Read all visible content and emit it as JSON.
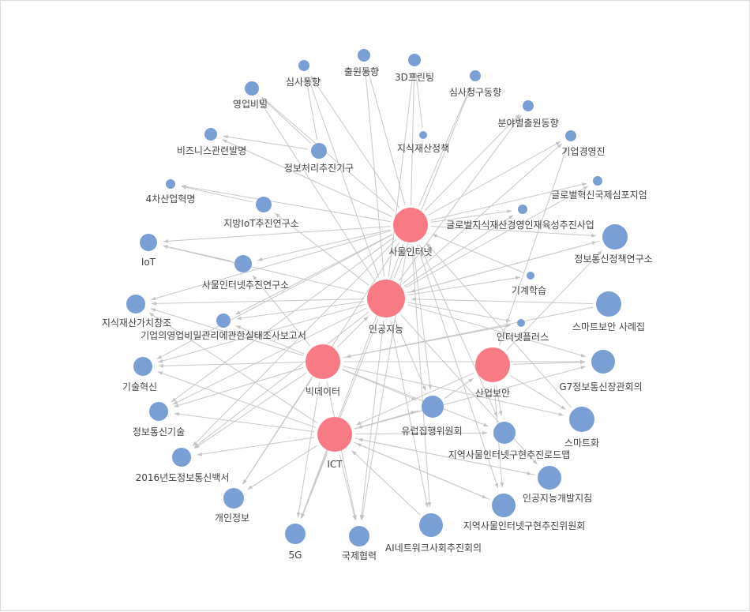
{
  "colors": {
    "hub": "#f87a85",
    "leaf": "#7a9fd4",
    "edge": "#c8c8c8"
  },
  "nodes": [
    {
      "id": "n0",
      "label": "사물인터넷",
      "type": "hub"
    },
    {
      "id": "n1",
      "label": "인공지능",
      "type": "hub"
    },
    {
      "id": "n2",
      "label": "빅데이터",
      "type": "hub"
    },
    {
      "id": "n3",
      "label": "산업보안",
      "type": "hub"
    },
    {
      "id": "n4",
      "label": "ICT",
      "type": "hub"
    },
    {
      "id": "n5",
      "label": "출원동향",
      "type": "leaf"
    },
    {
      "id": "n6",
      "label": "3D프린팅",
      "type": "leaf"
    },
    {
      "id": "n7",
      "label": "심사동향",
      "type": "leaf"
    },
    {
      "id": "n8",
      "label": "심사청구동향",
      "type": "leaf"
    },
    {
      "id": "n9",
      "label": "영업비밀",
      "type": "leaf"
    },
    {
      "id": "n10",
      "label": "분야별출원동향",
      "type": "leaf"
    },
    {
      "id": "n11",
      "label": "지식재산정책",
      "type": "leaf"
    },
    {
      "id": "n12",
      "label": "기업경영진",
      "type": "leaf"
    },
    {
      "id": "n13",
      "label": "비즈니스관련발명",
      "type": "leaf"
    },
    {
      "id": "n14",
      "label": "정보처리추진기구",
      "type": "leaf"
    },
    {
      "id": "n15",
      "label": "4차산업혁명",
      "type": "leaf"
    },
    {
      "id": "n16",
      "label": "글로벌혁신국제심포지엄",
      "type": "leaf"
    },
    {
      "id": "n17",
      "label": "지방IoT추진연구소",
      "type": "leaf"
    },
    {
      "id": "n18",
      "label": "글로벌지식재산경영인재육성추진사업",
      "type": "leaf"
    },
    {
      "id": "n19",
      "label": "정보통신정책연구소",
      "type": "leaf"
    },
    {
      "id": "n20",
      "label": "IoT",
      "type": "leaf"
    },
    {
      "id": "n21",
      "label": "사물인터넷추진연구소",
      "type": "leaf"
    },
    {
      "id": "n22",
      "label": "기계학습",
      "type": "leaf"
    },
    {
      "id": "n23",
      "label": "지식재산가치창조",
      "type": "leaf"
    },
    {
      "id": "n24",
      "label": "스마트보안 사례집",
      "type": "leaf"
    },
    {
      "id": "n25",
      "label": "기업의영업비밀관리에관한실태조사보고서",
      "type": "leaf"
    },
    {
      "id": "n26",
      "label": "인터넷플러스",
      "type": "leaf"
    },
    {
      "id": "n27",
      "label": "기술혁신",
      "type": "leaf"
    },
    {
      "id": "n28",
      "label": "G7정보통신장관회의",
      "type": "leaf"
    },
    {
      "id": "n29",
      "label": "정보통신기술",
      "type": "leaf"
    },
    {
      "id": "n30",
      "label": "유럽집행위원회",
      "type": "leaf"
    },
    {
      "id": "n31",
      "label": "스마트화",
      "type": "leaf"
    },
    {
      "id": "n32",
      "label": "지역사물인터넷구현추진로드맵",
      "type": "leaf"
    },
    {
      "id": "n33",
      "label": "2016년도정보통신백서",
      "type": "leaf"
    },
    {
      "id": "n34",
      "label": "인공지능개발지침",
      "type": "leaf"
    },
    {
      "id": "n35",
      "label": "개인정보",
      "type": "leaf"
    },
    {
      "id": "n36",
      "label": "지역사물인터넷구현추진위원회",
      "type": "leaf"
    },
    {
      "id": "n37",
      "label": "5G",
      "type": "leaf"
    },
    {
      "id": "n38",
      "label": "국제협력",
      "type": "leaf"
    },
    {
      "id": "n39",
      "label": "AI네트워크사회추진회의",
      "type": "leaf"
    }
  ],
  "edges": [
    [
      "n0",
      "n5"
    ],
    [
      "n0",
      "n6"
    ],
    [
      "n0",
      "n7"
    ],
    [
      "n0",
      "n8"
    ],
    [
      "n0",
      "n10"
    ],
    [
      "n0",
      "n12"
    ],
    [
      "n0",
      "n16"
    ],
    [
      "n0",
      "n18"
    ],
    [
      "n0",
      "n19"
    ],
    [
      "n0",
      "n20"
    ],
    [
      "n0",
      "n21"
    ],
    [
      "n0",
      "n23"
    ],
    [
      "n0",
      "n25"
    ],
    [
      "n0",
      "n27"
    ],
    [
      "n0",
      "n29"
    ],
    [
      "n0",
      "n33"
    ],
    [
      "n0",
      "n35"
    ],
    [
      "n0",
      "n37"
    ],
    [
      "n0",
      "n38"
    ],
    [
      "n0",
      "n39"
    ],
    [
      "n0",
      "n32"
    ],
    [
      "n0",
      "n36"
    ],
    [
      "n0",
      "n30"
    ],
    [
      "n0",
      "n13"
    ],
    [
      "n0",
      "n9"
    ],
    [
      "n0",
      "n15"
    ],
    [
      "n1",
      "n5"
    ],
    [
      "n1",
      "n6"
    ],
    [
      "n1",
      "n8"
    ],
    [
      "n1",
      "n10"
    ],
    [
      "n1",
      "n12"
    ],
    [
      "n1",
      "n16"
    ],
    [
      "n1",
      "n18"
    ],
    [
      "n1",
      "n19"
    ],
    [
      "n1",
      "n22"
    ],
    [
      "n1",
      "n20"
    ],
    [
      "n1",
      "n23"
    ],
    [
      "n1",
      "n25"
    ],
    [
      "n1",
      "n27"
    ],
    [
      "n1",
      "n29"
    ],
    [
      "n1",
      "n33"
    ],
    [
      "n1",
      "n37"
    ],
    [
      "n1",
      "n38"
    ],
    [
      "n1",
      "n39"
    ],
    [
      "n1",
      "n34"
    ],
    [
      "n1",
      "n26"
    ],
    [
      "n1",
      "n30"
    ],
    [
      "n1",
      "n17"
    ],
    [
      "n1",
      "n7"
    ],
    [
      "n1",
      "n9"
    ],
    [
      "n1",
      "n28"
    ],
    [
      "n2",
      "n21"
    ],
    [
      "n2",
      "n23"
    ],
    [
      "n2",
      "n27"
    ],
    [
      "n2",
      "n29"
    ],
    [
      "n2",
      "n33"
    ],
    [
      "n2",
      "n35"
    ],
    [
      "n2",
      "n37"
    ],
    [
      "n2",
      "n38"
    ],
    [
      "n2",
      "n30"
    ],
    [
      "n2",
      "n32"
    ],
    [
      "n2",
      "n31"
    ],
    [
      "n2",
      "n28"
    ],
    [
      "n2",
      "n26"
    ],
    [
      "n2",
      "n25"
    ],
    [
      "n2",
      "n1"
    ],
    [
      "n3",
      "n28"
    ],
    [
      "n3",
      "n19"
    ],
    [
      "n3",
      "n31"
    ],
    [
      "n3",
      "n32"
    ],
    [
      "n3",
      "n36"
    ],
    [
      "n3",
      "n4"
    ],
    [
      "n3",
      "n12"
    ],
    [
      "n4",
      "n37"
    ],
    [
      "n4",
      "n38"
    ],
    [
      "n4",
      "n29"
    ],
    [
      "n4",
      "n33"
    ],
    [
      "n4",
      "n27"
    ],
    [
      "n4",
      "n35"
    ],
    [
      "n4",
      "n30"
    ],
    [
      "n4",
      "n28"
    ],
    [
      "n4",
      "n36"
    ],
    [
      "n4",
      "n34"
    ],
    [
      "n4",
      "n32"
    ],
    [
      "n4",
      "n23"
    ],
    [
      "n24",
      "n1"
    ],
    [
      "n11",
      "n6"
    ],
    [
      "n14",
      "n9"
    ],
    [
      "n14",
      "n13"
    ],
    [
      "n14",
      "n7"
    ],
    [
      "n21",
      "n20"
    ],
    [
      "n17",
      "n15"
    ],
    [
      "n22",
      "n0"
    ],
    [
      "n39",
      "n4"
    ],
    [
      "n30",
      "n3"
    ],
    [
      "n30",
      "n4"
    ],
    [
      "n34",
      "n4"
    ],
    [
      "n36",
      "n4"
    ],
    [
      "n31",
      "n0"
    ],
    [
      "n19",
      "n1"
    ],
    [
      "n24",
      "n2"
    ]
  ]
}
